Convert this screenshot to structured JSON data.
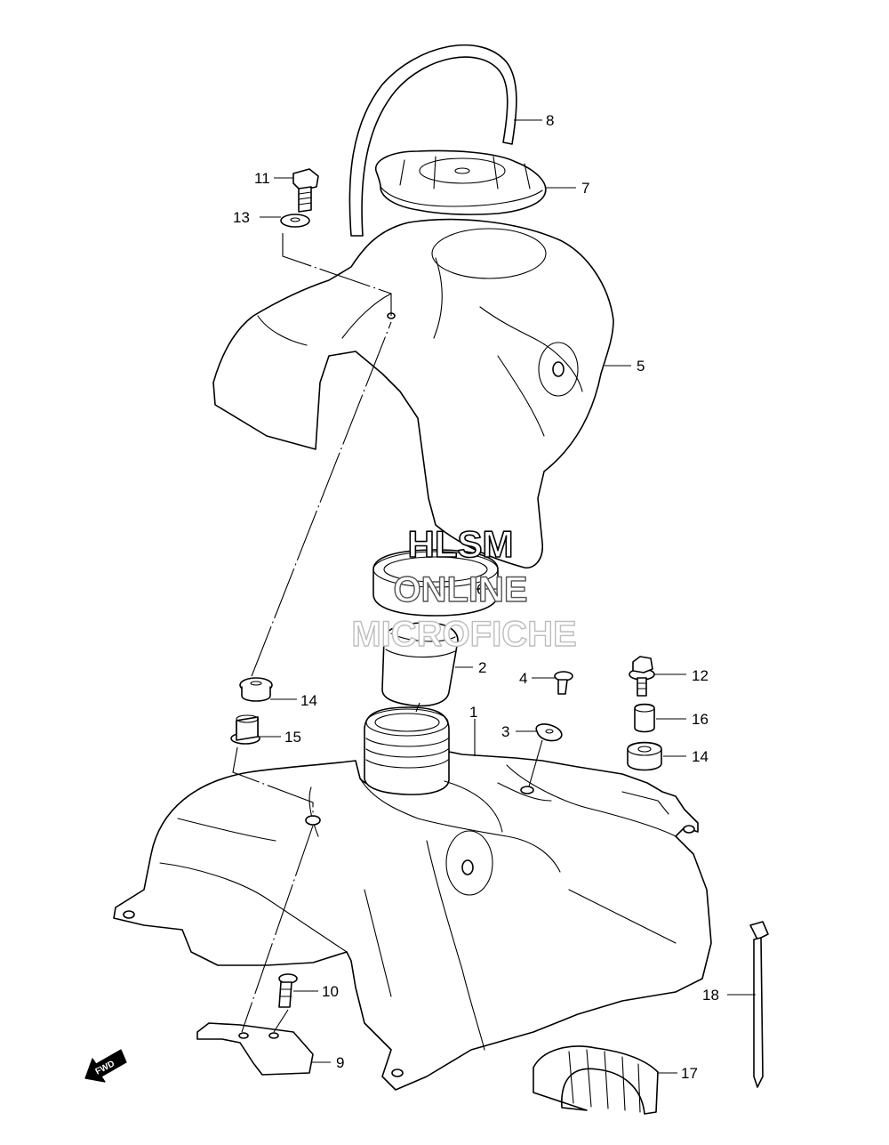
{
  "callouts": {
    "c1": "1",
    "c2": "2",
    "c3": "3",
    "c4": "4",
    "c5": "5",
    "c6": "6",
    "c7": "7",
    "c8": "8",
    "c9": "9",
    "c10": "10",
    "c11": "11",
    "c12": "12",
    "c13": "13",
    "c14a": "14",
    "c14b": "14",
    "c15": "15",
    "c16": "16",
    "c17": "17",
    "c18": "18"
  },
  "watermark": {
    "line1": "HLSM",
    "line2": "ONLINE",
    "line3": "MICROFICHE"
  },
  "fwd_label": "FWD",
  "colors": {
    "ink": "#000000",
    "paper": "#ffffff",
    "watermark_outline": "#000000",
    "watermark_faded": "#bdbdbd"
  }
}
